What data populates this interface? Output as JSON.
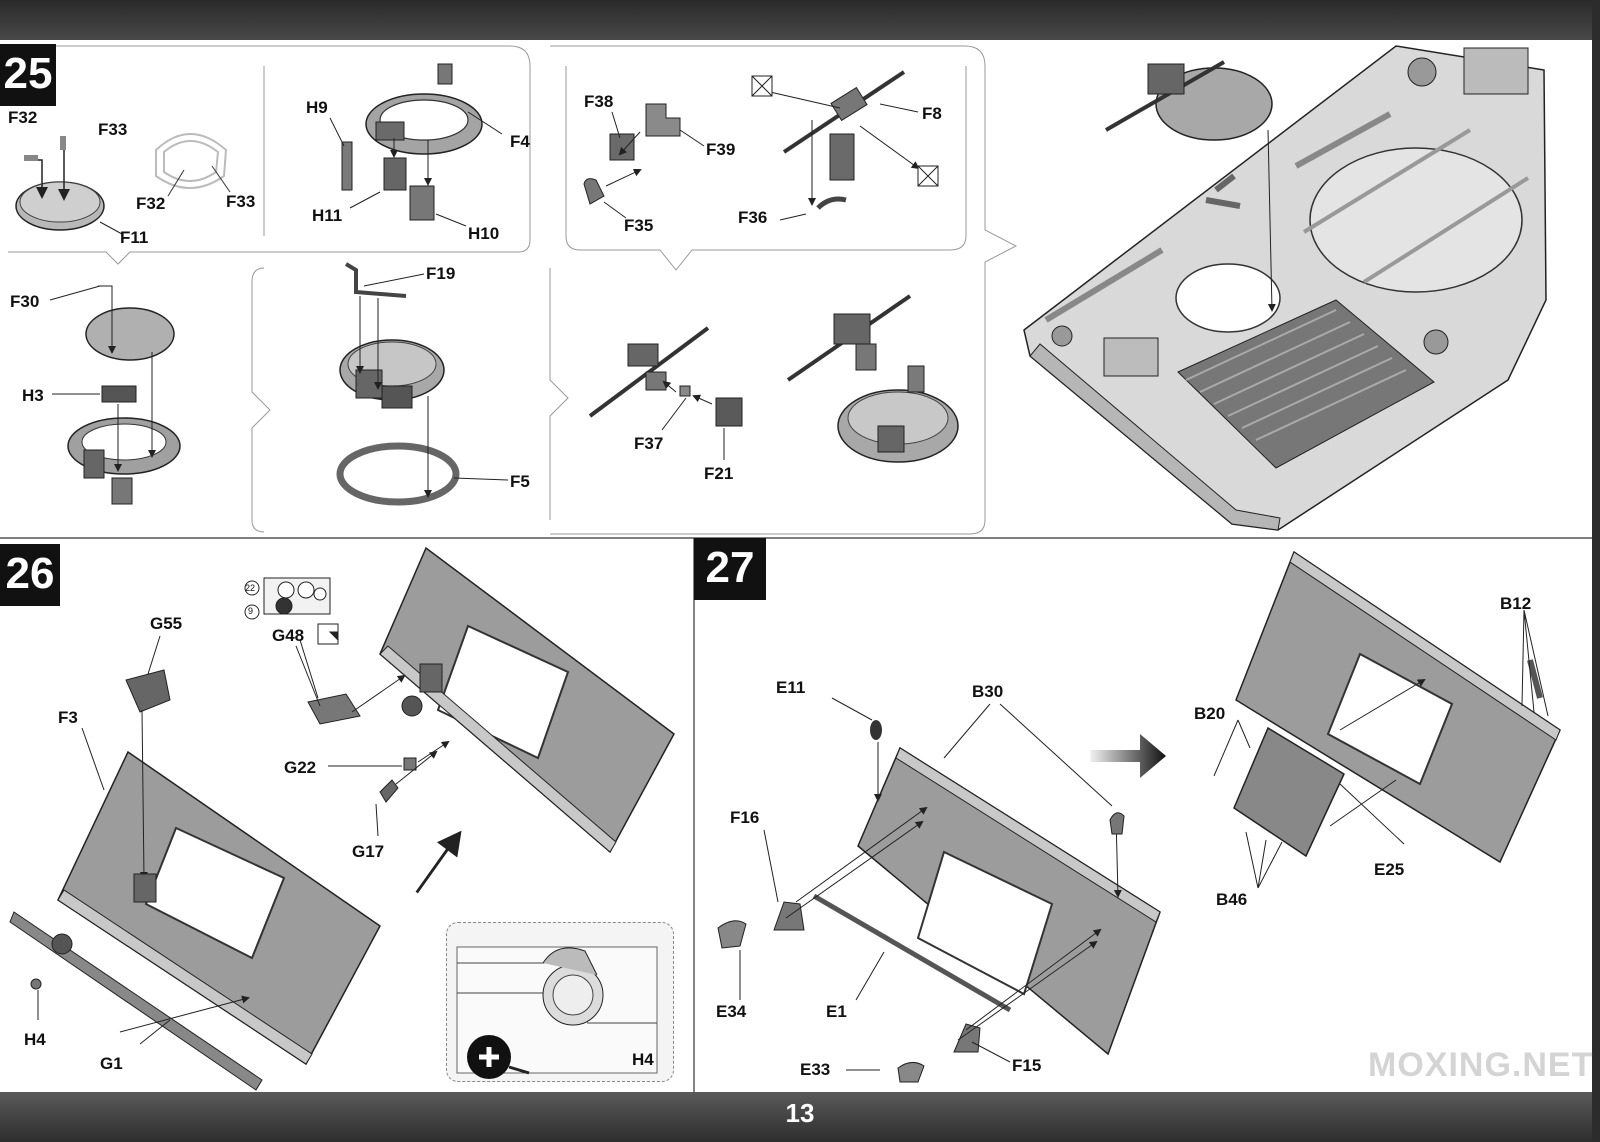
{
  "page": {
    "number": "13",
    "watermark": "MOXING.NET"
  },
  "steps": [
    {
      "number": "25"
    },
    {
      "number": "26"
    },
    {
      "number": "27"
    }
  ],
  "step25": {
    "labels": {
      "F32_a": "F32",
      "F33_a": "F33",
      "F32_b": "F32",
      "F33_b": "F33",
      "F11": "F11",
      "H9": "H9",
      "F4": "F4",
      "H11": "H11",
      "H10": "H10",
      "F38": "F38",
      "F39": "F39",
      "F35": "F35",
      "F8": "F8",
      "F36": "F36",
      "F30": "F30",
      "H3": "H3",
      "F19": "F19",
      "F5": "F5",
      "F37": "F37",
      "F21": "F21"
    }
  },
  "step26": {
    "labels": {
      "G55": "G55",
      "F3": "F3",
      "G48": "G48",
      "G22": "G22",
      "G17": "G17",
      "H4": "H4",
      "G1": "G1",
      "H4_zoom": "H4",
      "decal_22": "22",
      "decal_9": "9"
    }
  },
  "step27": {
    "labels": {
      "E11": "E11",
      "B30": "B30",
      "F16": "F16",
      "E34": "E34",
      "E1": "E1",
      "E33": "E33",
      "F15": "F15",
      "B12": "B12",
      "B20": "B20",
      "B46": "B46",
      "E25": "E25"
    }
  },
  "colors": {
    "part_gray": "#9c9c9c",
    "part_dark": "#6a6a6a",
    "line": "#222222"
  }
}
